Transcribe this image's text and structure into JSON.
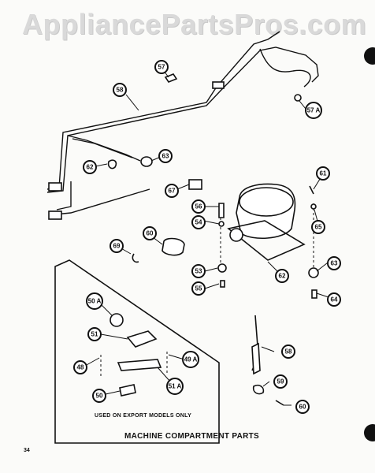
{
  "watermark": "AppliancePartsPros.com",
  "callouts": [
    "57",
    "58",
    "57 A",
    "61",
    "62",
    "63",
    "65",
    "56",
    "54",
    "67",
    "60",
    "69",
    "53",
    "55",
    "62",
    "63",
    "64",
    "50 A",
    "51",
    "48",
    "49 A",
    "50",
    "51 A",
    "58",
    "59",
    "60"
  ],
  "inset_note": "USED ON EXPORT MODELS ONLY",
  "caption": "MACHINE COMPARTMENT PARTS",
  "page_number": "34"
}
